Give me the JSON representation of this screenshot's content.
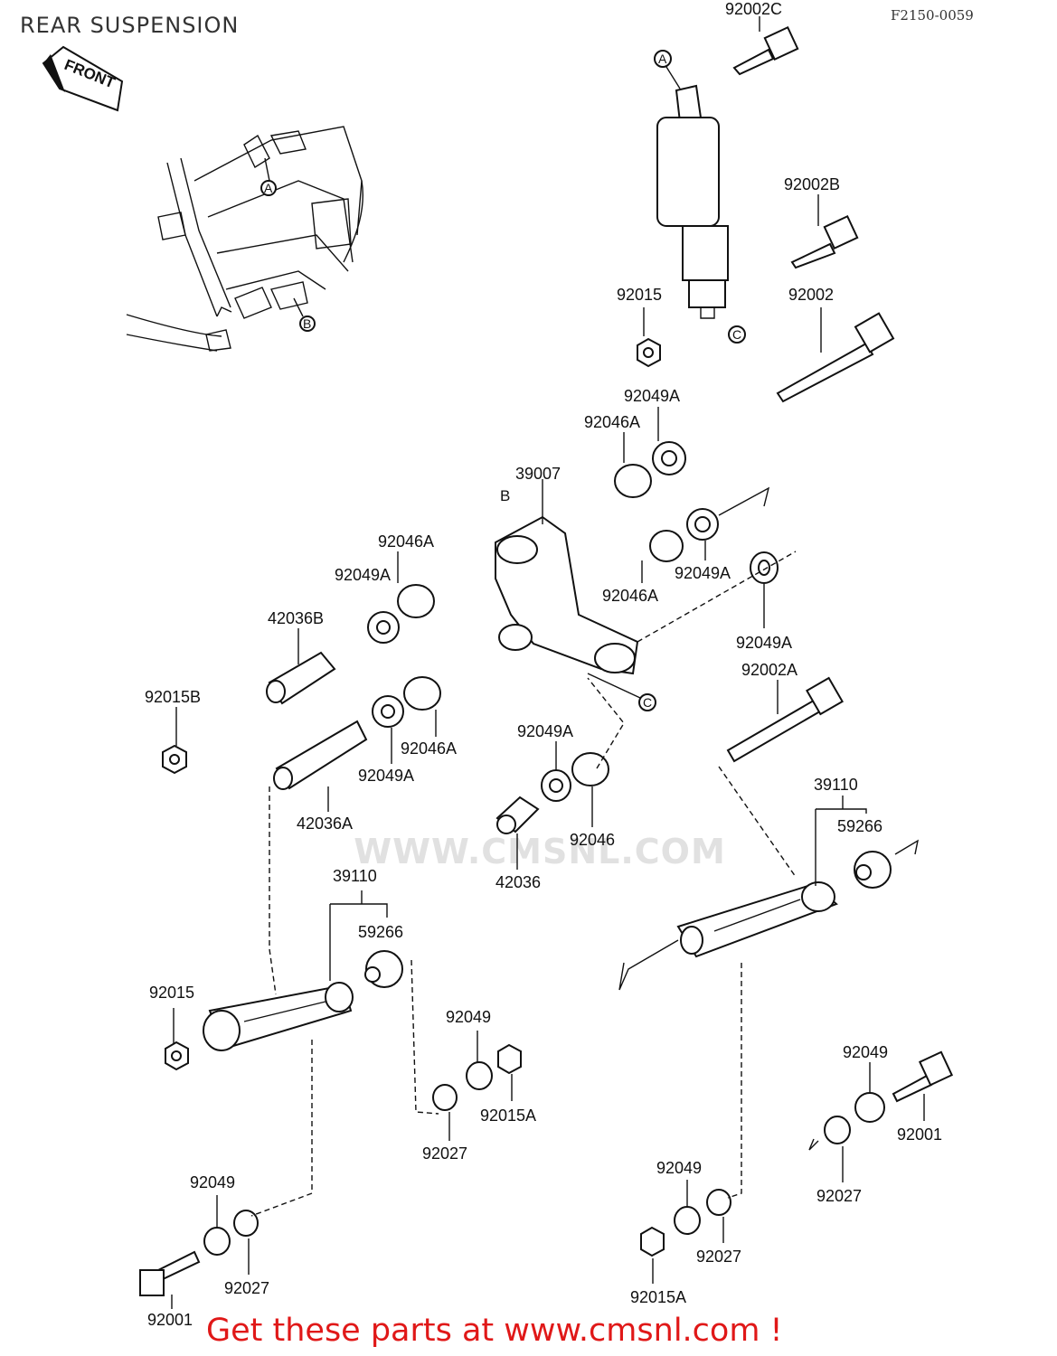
{
  "header": {
    "title": "REAR SUSPENSION",
    "diagram_code": "F2150-0059"
  },
  "front_arrow_label": "FRONT",
  "watermark": "WWW.CMSNL.COM",
  "footer": {
    "link_text": "Get these parts at www.cmsnl.com !"
  },
  "refs": {
    "a": "A",
    "b": "B",
    "c": "C"
  },
  "parts": {
    "p92002C": "92002C",
    "p92002B": "92002B",
    "p92015_top": "92015",
    "p92002": "92002",
    "p92049A_1": "92049A",
    "p92046A_1": "92046A",
    "p39007": "39007",
    "p92046A_2": "92046A",
    "p92049A_2": "92049A",
    "p92046A_3": "92046A",
    "p92049A_3": "92049A",
    "p92049A_4": "92049A",
    "p42036B": "42036B",
    "p92015B": "92015B",
    "p92002A": "92002A",
    "p92046A_4": "92046A",
    "p92049A_5": "92049A",
    "p92049A_6": "92049A",
    "p92046": "92046",
    "p42036A": "42036A",
    "p42036": "42036",
    "p39110_left": "39110",
    "p59266_left": "59266",
    "p39110_right": "39110",
    "p59266_right": "59266",
    "p92015_left": "92015",
    "p92049_mid": "92049",
    "p92015A_mid": "92015A",
    "p92027_mid": "92027",
    "p92049_right": "92049",
    "p92001_right": "92001",
    "p92027_right": "92027",
    "p92049_bl": "92049",
    "p92027_bl": "92027",
    "p92001_bl": "92001",
    "p92049_br": "92049",
    "p92027_br": "92027",
    "p92015A_br": "92015A"
  }
}
